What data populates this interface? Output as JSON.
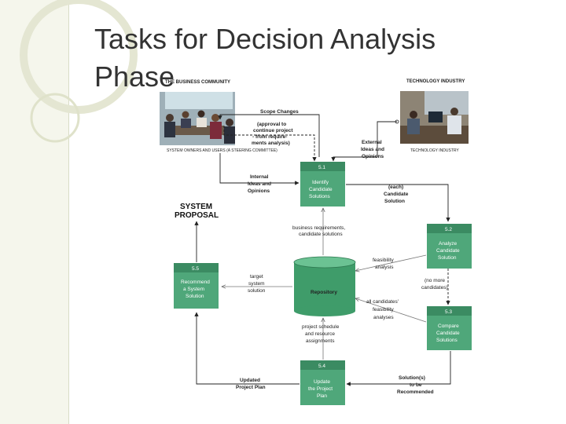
{
  "slide": {
    "title_line1": "Tasks for Decision Analysis",
    "title_line2": "Phase"
  },
  "diagram": {
    "header_left": "THE BUSINESS COMMUNITY",
    "header_right": "TECHNOLOGY INDUSTRY",
    "caption_left": "SYSTEM OWNERS AND USERS (A STEERING COMMITTEE)",
    "caption_right": "TECHNOLOGY INDUSTRY",
    "system_proposal": [
      "SYSTEM",
      "PROPOSAL"
    ],
    "flows": {
      "scope_changes": "Scope Changes",
      "approval": [
        "(approval to",
        "continue project",
        "- from require-",
        "ments analysis)"
      ],
      "external": [
        "External",
        "Ideas and",
        "Opinions"
      ],
      "internal": [
        "Internal",
        "Ideas and",
        "Opinions"
      ],
      "each_candidate": [
        "(each)",
        "Candidate",
        "Solution"
      ],
      "business_req": [
        "business requirements,",
        "candidate solutions"
      ],
      "feasibility": [
        "feasibility",
        "analysis"
      ],
      "no_more": [
        "(no more",
        "candidates)"
      ],
      "target": [
        "target",
        "system",
        "solution"
      ],
      "all_candidates": [
        "all candidates'",
        "feasibility",
        "analyses"
      ],
      "project_schedule": [
        "project schedule",
        "and resource",
        "assignments"
      ],
      "updated_plan": [
        "Updated",
        "Project Plan"
      ],
      "solutions_rec": [
        "Solution(s)",
        "to be",
        "Recommended"
      ]
    },
    "boxes": {
      "b51": {
        "num": "5.1",
        "lines": [
          "Identify",
          "Candidate",
          "Solutions"
        ]
      },
      "b52": {
        "num": "5.2",
        "lines": [
          "Analyze",
          "Candidate",
          "Solution"
        ]
      },
      "b53": {
        "num": "5.3",
        "lines": [
          "Compare",
          "Candidate",
          "Solutions"
        ]
      },
      "b54": {
        "num": "5.4",
        "lines": [
          "Update",
          "the Project",
          "Plan"
        ]
      },
      "b55": {
        "num": "5.5",
        "lines": [
          "Recommend",
          "a System",
          "Solution"
        ]
      }
    },
    "repository": "Repository",
    "colors": {
      "process_box": "#4fa77a",
      "process_header": "#3b8b62",
      "repository": "#3f9c6a",
      "line": "#222222"
    }
  }
}
